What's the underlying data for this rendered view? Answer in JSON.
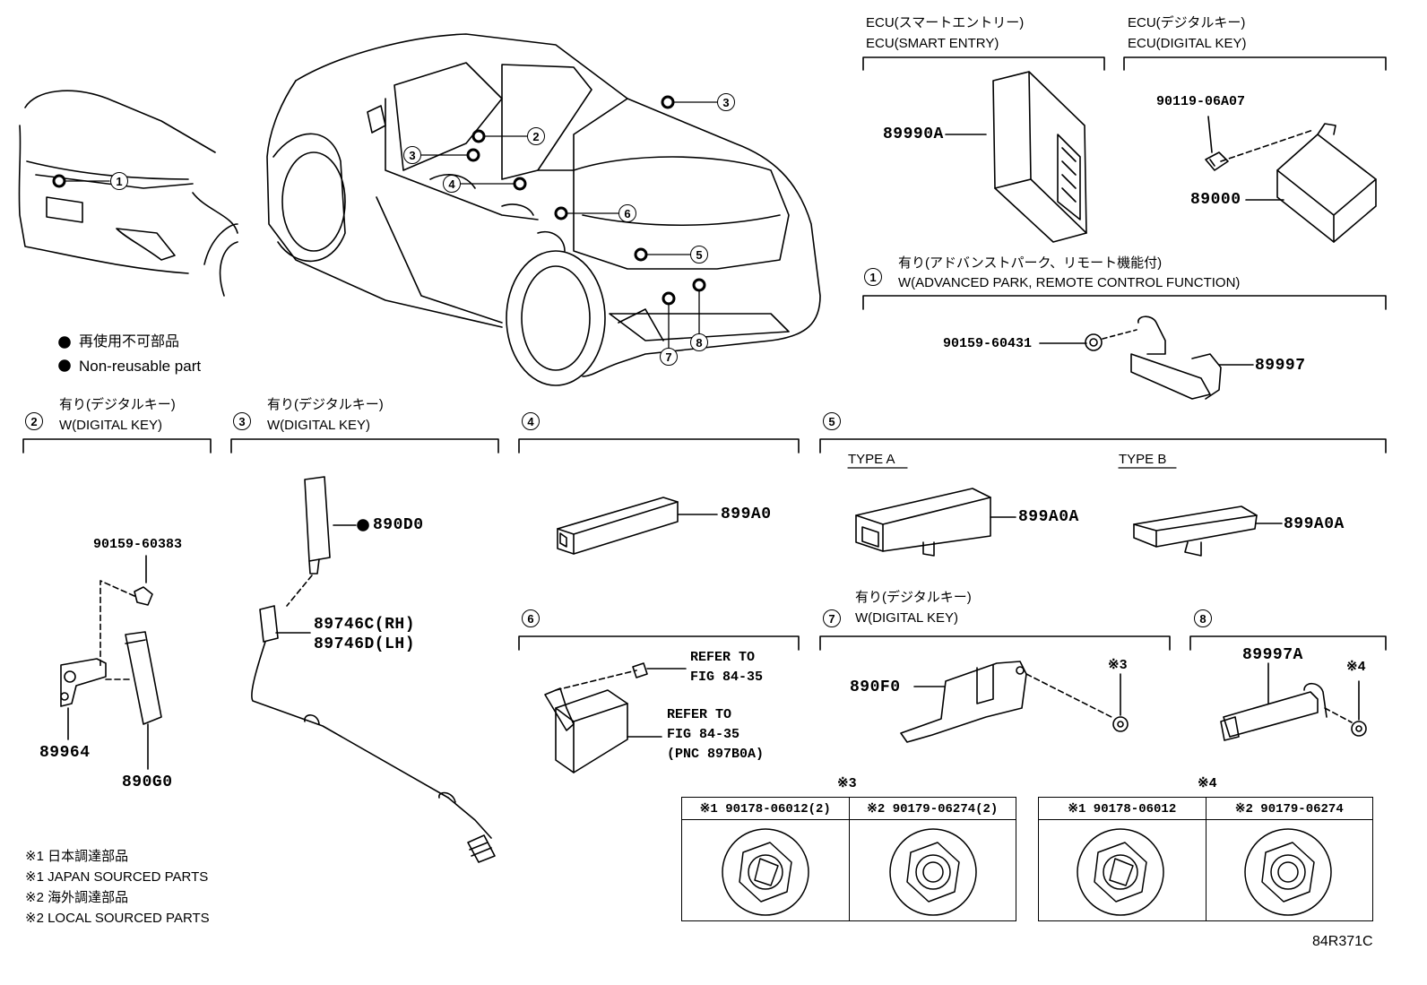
{
  "legend": {
    "nonreusable_jp": "再使用不可部品",
    "nonreusable_en": "Non-reusable part"
  },
  "notes": [
    "※1 日本調達部品",
    "※1 JAPAN SOURCED PARTS",
    "※2 海外調達部品",
    "※2 LOCAL SOURCED PARTS"
  ],
  "figure_code": "84R371C",
  "ecu_smart": {
    "jp": "ECU(スマートエントリー)",
    "en": "ECU(SMART ENTRY)",
    "part": "89990A"
  },
  "ecu_digital": {
    "jp": "ECU(デジタルキー)",
    "en": "ECU(DIGITAL KEY)",
    "bolt": "90119-06A07",
    "part": "89000"
  },
  "callouts": [
    "1",
    "2",
    "3",
    "4",
    "5",
    "6",
    "7",
    "8"
  ],
  "section1": {
    "num": "1",
    "jp": "有り(アドバンストパーク、リモート機能付)",
    "en": "W(ADVANCED PARK, REMOTE CONTROL FUNCTION)",
    "clip": "90159-60431",
    "part": "89997"
  },
  "section2": {
    "num": "2",
    "jp": "有り(デジタルキー)",
    "en": "W(DIGITAL KEY)",
    "screw": "90159-60383",
    "bracket": "89964",
    "antenna": "890G0"
  },
  "section3": {
    "num": "3",
    "jp": "有り(デジタルキー)",
    "en": "W(DIGITAL KEY)",
    "antenna": "890D0",
    "wire_rh": "89746C(RH)",
    "wire_lh": "89746D(LH)"
  },
  "section4": {
    "num": "4",
    "part": "899A0"
  },
  "section5": {
    "num": "5",
    "type_a": "TYPE A",
    "type_b": "TYPE B",
    "part_a": "899A0A",
    "part_b": "899A0A"
  },
  "section6": {
    "num": "6",
    "ref1_l1": "REFER TO",
    "ref1_l2": "FIG 84-35",
    "ref2_l1": "REFER TO",
    "ref2_l2": "FIG 84-35",
    "ref2_l3": "(PNC 897B0A)"
  },
  "section7": {
    "num": "7",
    "jp": "有り(デジタルキー)",
    "en": "W(DIGITAL KEY)",
    "part": "890F0",
    "note": "※3"
  },
  "section8": {
    "num": "8",
    "part": "89997A",
    "note": "※4"
  },
  "table3": {
    "title": "※3",
    "c1": "※1 90178-06012(2)",
    "c2": "※2 90179-06274(2)"
  },
  "table4": {
    "title": "※4",
    "c1": "※1 90178-06012",
    "c2": "※2 90179-06274"
  }
}
